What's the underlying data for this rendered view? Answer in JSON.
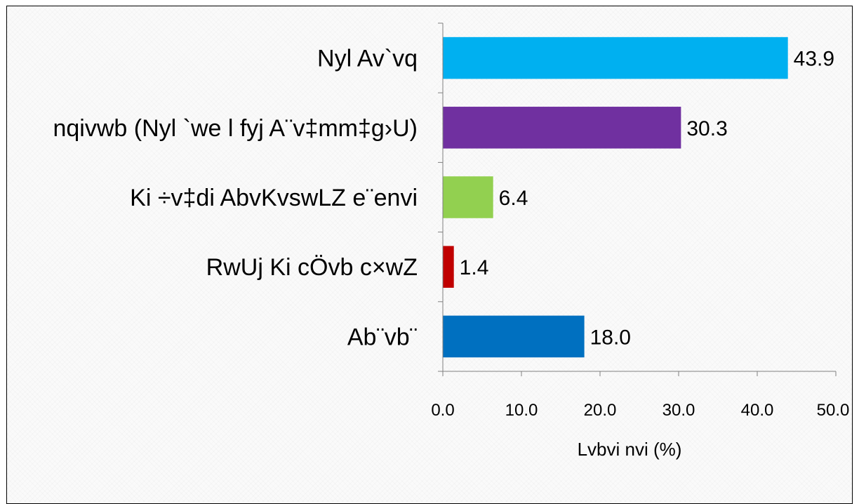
{
  "chart_data": {
    "type": "bar",
    "orientation": "horizontal",
    "categories": [
      "Nyl Av`vq",
      "nqivwb (Nyl `we l fyj A¨v‡mm‡g›U)",
      "Ki ÷v‡di AbvKvswLZ e¨envi",
      "RwUj Ki cÖvb c×wZ",
      "Ab¨vb¨"
    ],
    "values": [
      43.9,
      30.3,
      6.4,
      1.4,
      18.0
    ],
    "value_labels": [
      "43.9",
      "30.3",
      "6.4",
      "1.4",
      "18.0"
    ],
    "colors": [
      "#00b0f0",
      "#7030a0",
      "#92d050",
      "#c00000",
      "#0070c0"
    ],
    "xlim": [
      0,
      50
    ],
    "xticks": [
      "0.0",
      "10.0",
      "20.0",
      "30.0",
      "40.0",
      "50.0"
    ],
    "xlabel": "Lvbvi nvi (%)",
    "ylabel": "",
    "title": "",
    "grid": false,
    "legend": "none"
  }
}
